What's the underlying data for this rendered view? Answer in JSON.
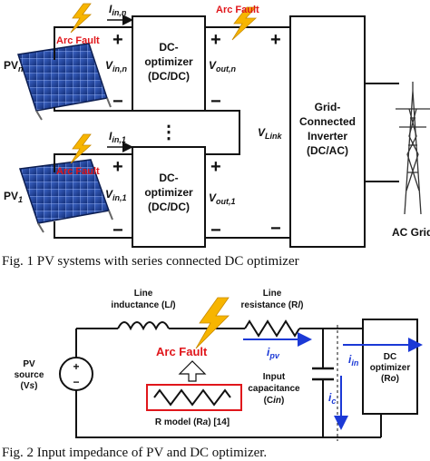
{
  "fig1": {
    "caption": "Fig. 1 PV systems with series connected DC optimizer",
    "pv_n_label": "PV",
    "pv_n_sub": "n",
    "pv_1_label": "PV",
    "pv_1_sub": "1",
    "arc_fault": "Arc Fault",
    "optimizer_line1": "DC-",
    "optimizer_line2": "optimizer",
    "optimizer_line3": "(DC/DC)",
    "inverter_line1": "Grid-",
    "inverter_line2": "Connected",
    "inverter_line3": "Inverter",
    "inverter_line4": "(DC/AC)",
    "ac_grid": "AC Grid",
    "i_in_n": "I",
    "i_in_n_sub": "in,n",
    "v_in_n": "V",
    "v_in_n_sub": "in,n",
    "v_out_n": "V",
    "v_out_n_sub": "out,n",
    "i_in_1": "I",
    "i_in_1_sub": "in,1",
    "v_in_1": "V",
    "v_in_1_sub": "in,1",
    "v_out_1": "V",
    "v_out_1_sub": "out,1",
    "v_link": "V",
    "v_link_sub": "Link",
    "plus": "+",
    "minus": "−",
    "ellipsis": "⋮"
  },
  "fig2": {
    "caption": "Fig. 2 Input impedance of PV and DC optimizer.",
    "line_inductance_line1": "Line",
    "line_inductance_line2": "inductance (L",
    "line_inductance_sub": "l",
    "line_resistance_line1": "Line",
    "line_resistance_line2": "resistance (R",
    "line_resistance_sub": "l",
    "arc_fault": "Arc Fault",
    "pv_source_line1": "PV",
    "pv_source_line2": "source",
    "pv_source_line3": "(V",
    "pv_source_sub": "s",
    "r_model": "R model (R",
    "r_model_sub": "a",
    "r_model_ref": ") [14]",
    "input_cap_line1": "Input",
    "input_cap_line2": "capacitance",
    "input_cap_line3": "(C",
    "input_cap_sub": "in",
    "optimizer_line1": "DC",
    "optimizer_line2": "optimizer",
    "optimizer_line3": "(R",
    "optimizer_sub": "o",
    "i_pv": "i",
    "i_pv_sub": "pv",
    "i_in": "i",
    "i_in_sub": "in",
    "i_c": "i",
    "i_c_sub": "c",
    "plus": "+",
    "minus": "−",
    "close_paren": ")"
  },
  "colors": {
    "arc": "#e0161b",
    "bolt": "#f7b500",
    "current": "#1b39d6",
    "panel": "#2a4fae"
  }
}
